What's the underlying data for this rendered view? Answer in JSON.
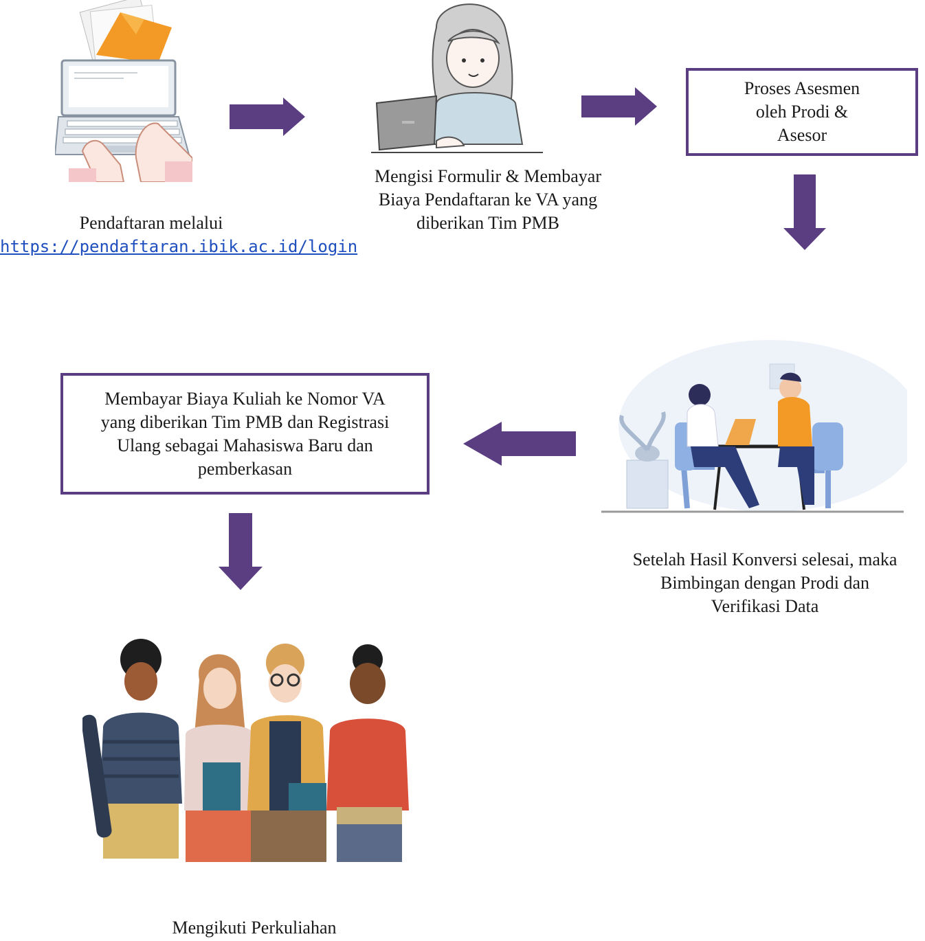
{
  "steps": {
    "pendaftaran": {
      "line1": "Pendaftaran melalui",
      "link": "https://pendaftaran.ibik.ac.id/login"
    },
    "formulir": {
      "line1": "Mengisi Formulir & Membayar",
      "line2": "Biaya Pendaftaran ke VA yang",
      "line3": "diberikan Tim PMB"
    },
    "asesmen": {
      "line1": "Proses Asesmen",
      "line2": "oleh Prodi &",
      "line3": "Asesor"
    },
    "bimbingan": {
      "line1": "Setelah Hasil Konversi selesai, maka",
      "line2": "Bimbingan dengan Prodi dan",
      "line3": "Verifikasi Data"
    },
    "registrasi": {
      "line1": "Membayar Biaya Kuliah ke Nomor VA",
      "line2": "yang diberikan Tim PMB dan Registrasi",
      "line3": "Ulang sebagai Mahasiswa Baru dan",
      "line4": "pemberkasan"
    },
    "perkuliahan": {
      "line1": "Mengikuti Perkuliahan"
    }
  },
  "colors": {
    "arrow": "#5b3d82",
    "box_border": "#5b3d82",
    "link": "#1f4fbf"
  },
  "icons": [
    "laptop-illustration",
    "girl-laptop-illustration",
    "interview-illustration",
    "students-group-illustration",
    "arrow-right",
    "arrow-down",
    "arrow-left"
  ]
}
